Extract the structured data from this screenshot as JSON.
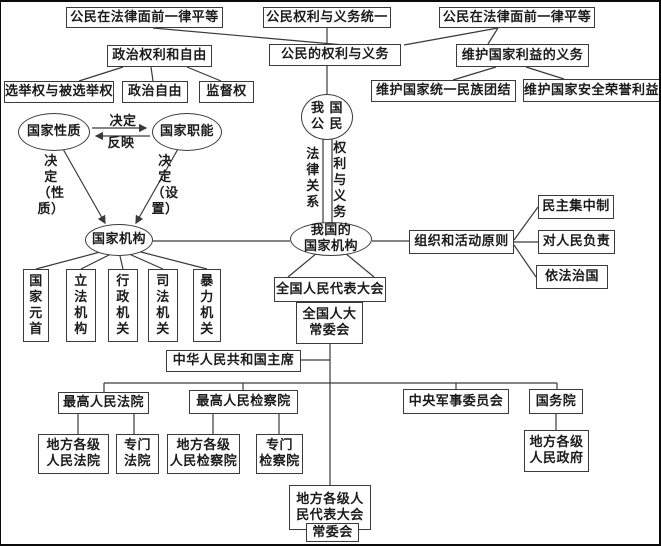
{
  "meta": {
    "background_color": "#ffffff",
    "ink_color": "#1b1b1b",
    "line_color": "#3a3a3a"
  },
  "nodes": {
    "equality_left": "公民在法律面前一律平等",
    "rights_duties_unity": "公民权利与义务统一",
    "equality_right": "公民在法律面前一律平等",
    "political_rights_freedom": "政治权利和自由",
    "citizens_rights_duties": "公民的权利与义务",
    "duty_safeguard_interests": "维护国家利益的义务",
    "right_vote": "选举权与被选举权",
    "political_freedom": "政治自由",
    "supervision_right": "监督权",
    "safeguard_unity": "维护国家统一民族团结",
    "safeguard_security": "维护国家安全荣誉利益",
    "state_nature": "国家性质",
    "state_functions": "国家职能",
    "state_organs": "国家机构",
    "citizens": "我 国\n公 民",
    "our_state_organs": "我国的\n国家机构",
    "org_activity_principles": "组织和活动原则",
    "democratic_centralism": "民主集中制",
    "responsible_to_people": "对人民负责",
    "rule_of_law": "依法治国",
    "head_of_state": "国\n家\n元\n首",
    "legislative_organ": "立\n法\n机\n构",
    "administrative_organ": "行\n政\n机\n关",
    "judicial_organ": "司\n法\n机\n关",
    "coercive_organ": "暴\n力\n机\n关",
    "npc": "全国人民代表大会",
    "npc_standing_committee": "全国人大\n常委会",
    "president": "中华人民共和国主席",
    "supreme_court": "最高人民法院",
    "supreme_procuratorate": "最高人民检察院",
    "central_military_commission": "中央军事委员会",
    "state_council": "国务院",
    "local_courts": "地方各级\n人民法院",
    "special_courts": "专门\n法院",
    "local_procuratorates": "地方各级\n人民检察院",
    "special_procuratorates": "专门\n检察院",
    "local_governments": "地方各级\n人民政府",
    "local_pcs": "地方各级人\n民代表大会",
    "local_standing_committee": "常委会"
  },
  "edge_labels": {
    "decide": "决定",
    "reflect": "反映",
    "decide_nature": "决\n定\n（性\n质）",
    "decide_setup": "决\n定\n（设\n置）",
    "legal_relations": "法\n律\n关\n系",
    "rights_and_duties": "权\n利\n与\n义\n务"
  }
}
